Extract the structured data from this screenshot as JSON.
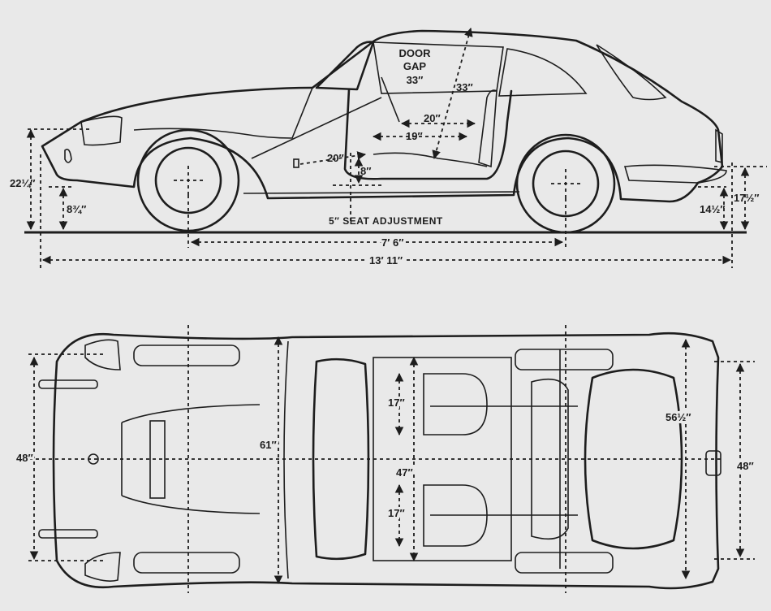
{
  "colors": {
    "paper": "#e9e9e9",
    "ink": "#1d1d1d"
  },
  "side_view": {
    "door_gap_line1": "DOOR",
    "door_gap_line2": "GAP",
    "door_gap_value": "33″",
    "headroom": "33″",
    "seat_to_wheel": "20″",
    "seat_depth": "19″",
    "pedal_reach": "20″",
    "seat_height": "8″",
    "front_height": "22¼″",
    "front_clearance": "8¾″",
    "rear_clearance": "14½″",
    "rear_height": "17½″",
    "seat_adjustment": "5″ SEAT ADJUSTMENT",
    "wheelbase": "7′ 6″",
    "overall_length": "13′ 11″"
  },
  "top_view": {
    "front_track": "48″",
    "overall_width": "61″",
    "seat_width_upper": "17″",
    "cabin_width": "47″",
    "seat_width_lower": "17″",
    "rear_inner_width": "56½″",
    "rear_track": "48″"
  }
}
